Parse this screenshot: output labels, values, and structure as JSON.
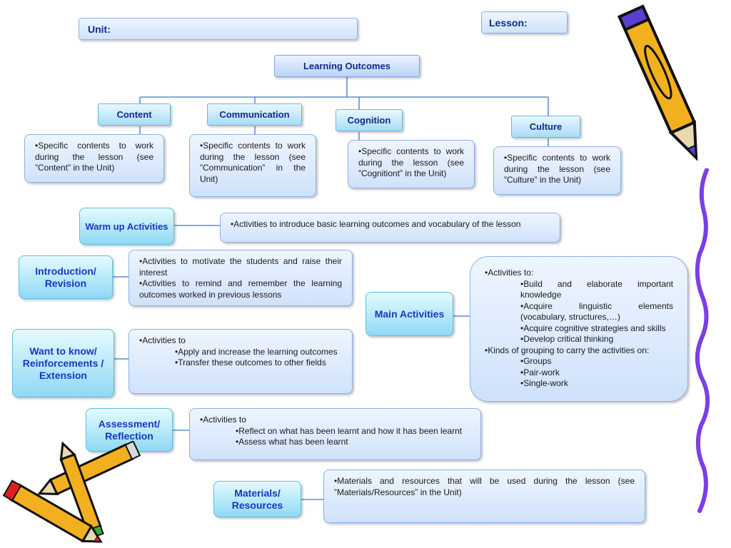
{
  "header": {
    "unit_label": "Unit:",
    "lesson_label": "Lesson:"
  },
  "root": "Learning Outcomes",
  "outcomes": [
    {
      "title": "Content",
      "text": "•Specific contents to work during the lesson (see ”Content” in the Unit)"
    },
    {
      "title": "Communication",
      "text": "•Specific contents to work during the lesson (see ”Communication” in the Unit)"
    },
    {
      "title": "Cognition",
      "text": "•Specific contents to work during the lesson (see ”Cognitiont” in the Unit)"
    },
    {
      "title": "Culture",
      "text": "•Specific contents to work during the lesson (see ”Culture” in the Unit)"
    }
  ],
  "warmup": {
    "title": "Warm up Activities",
    "text": "•Activities to introduce basic learning outcomes and vocabulary of the lesson"
  },
  "introduction": {
    "title": "Introduction/ Revision",
    "lines": [
      "•Activities to motívate the students and raise their interest",
      "•Activities to remind and remember the learning outcomes  worked in previous lessons"
    ]
  },
  "reinforcement": {
    "title": "Want  to know/ Reinforcements / Extension",
    "intro": "•Activities to",
    "items": [
      "•Apply and increase the learning outcomes",
      "•Transfer these outcomes to other fields"
    ]
  },
  "main": {
    "title": "Main Activities",
    "intro": "•Activities to:",
    "items": [
      "•Build and elaborate important knowledge",
      "•Acquire linguistic elements (vocabulary, structures,…)",
      "•Acquire cognitive strategies and skills",
      "•Develop critical thinking"
    ],
    "grouping_intro": "•Kinds of grouping to carry  the activities on:",
    "grouping": [
      "•Groups",
      "•Pair-work",
      "•Single-work"
    ]
  },
  "assessment": {
    "title": "Assessment/ Reflection",
    "intro": "•Activities to",
    "items": [
      "•Reflect on what has been learnt and how it has been learnt",
      "•Assess what has been learnt"
    ]
  },
  "materials": {
    "title": "Materials/ Resources",
    "text": "•Materials and resources that will be used during the lesson (see ”Materials/Resources” in the Unit)"
  },
  "colors": {
    "accent": "#102a8a",
    "connector": "#3a78c4",
    "squiggle": "#7b3fe4",
    "pencil": "#f2b01e"
  }
}
